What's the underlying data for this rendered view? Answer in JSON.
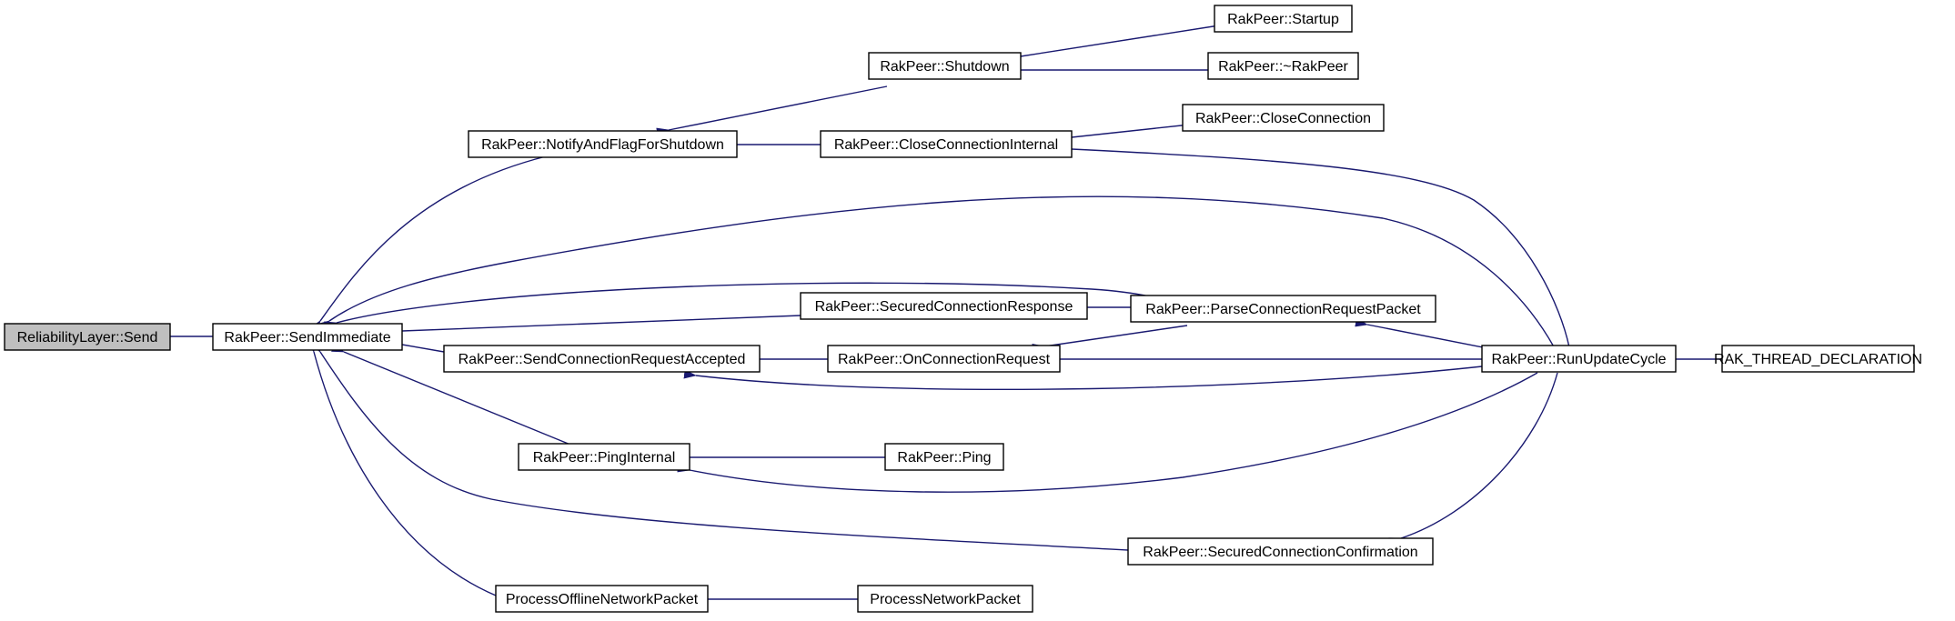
{
  "graph": {
    "edge_color": "#191970",
    "root_fill": "#bfbfbf",
    "node_fill": "#ffffff",
    "nodes": [
      {
        "id": "rl_send",
        "label": "ReliabilityLayer::Send",
        "root": true
      },
      {
        "id": "send_immediate",
        "label": "RakPeer::SendImmediate"
      },
      {
        "id": "notify_flag",
        "label": "RakPeer::NotifyAndFlagForShutdown"
      },
      {
        "id": "send_conn_req_acc",
        "label": "RakPeer::SendConnectionRequestAccepted"
      },
      {
        "id": "ping_internal",
        "label": "RakPeer::PingInternal"
      },
      {
        "id": "proc_offline",
        "label": "ProcessOfflineNetworkPacket"
      },
      {
        "id": "shutdown",
        "label": "RakPeer::Shutdown"
      },
      {
        "id": "close_conn_internal",
        "label": "RakPeer::CloseConnectionInternal"
      },
      {
        "id": "secured_conn_resp",
        "label": "RakPeer::SecuredConnectionResponse"
      },
      {
        "id": "on_conn_req",
        "label": "RakPeer::OnConnectionRequest"
      },
      {
        "id": "ping",
        "label": "RakPeer::Ping"
      },
      {
        "id": "proc_network",
        "label": "ProcessNetworkPacket"
      },
      {
        "id": "startup",
        "label": "RakPeer::Startup"
      },
      {
        "id": "destructor",
        "label": "RakPeer::~RakPeer"
      },
      {
        "id": "close_conn",
        "label": "RakPeer::CloseConnection"
      },
      {
        "id": "parse_conn_req",
        "label": "RakPeer::ParseConnectionRequestPacket"
      },
      {
        "id": "secured_conn_conf",
        "label": "RakPeer::SecuredConnectionConfirmation"
      },
      {
        "id": "run_update",
        "label": "RakPeer::RunUpdateCycle"
      },
      {
        "id": "rak_thread",
        "label": "RAK_THREAD_DECLARATION"
      }
    ]
  }
}
